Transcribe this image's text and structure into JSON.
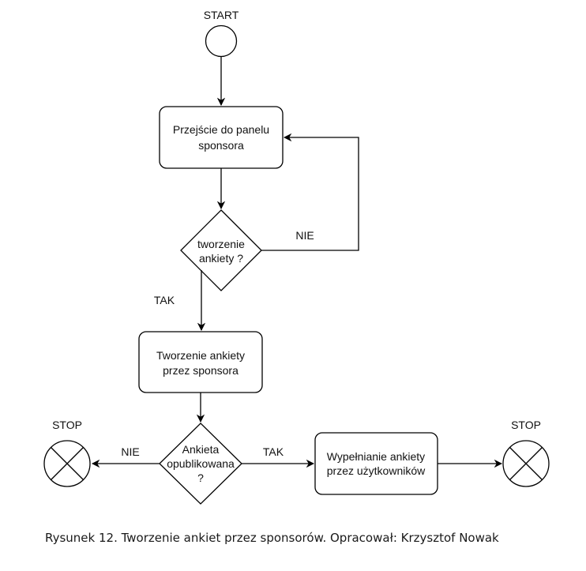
{
  "colors": {
    "stroke": "#000000",
    "fill": "#ffffff",
    "text": "#111111"
  },
  "nodes": {
    "start_label": "START",
    "stop_left_label": "STOP",
    "stop_right_label": "STOP",
    "panel": {
      "line1": "Przejście do panelu",
      "line2": "sponsora"
    },
    "decision_survey": {
      "line1": "tworzenie",
      "line2": "ankiety ?"
    },
    "create_survey": {
      "line1": "Tworzenie ankiety",
      "line2": "przez sponsora"
    },
    "decision_published": {
      "line1": "Ankieta",
      "line2": "opublikowana",
      "line3": "?"
    },
    "fill_survey": {
      "line1": "Wypełnianie ankiety",
      "line2": "przez użytkowników"
    }
  },
  "edges": {
    "no_label_top": "NIE",
    "yes_label_mid": "TAK",
    "no_label_bottom": "NIE",
    "yes_label_bottom": "TAK"
  },
  "caption": "Rysunek 12. Tworzenie ankiet przez sponsorów. Opracował: Krzysztof Nowak"
}
